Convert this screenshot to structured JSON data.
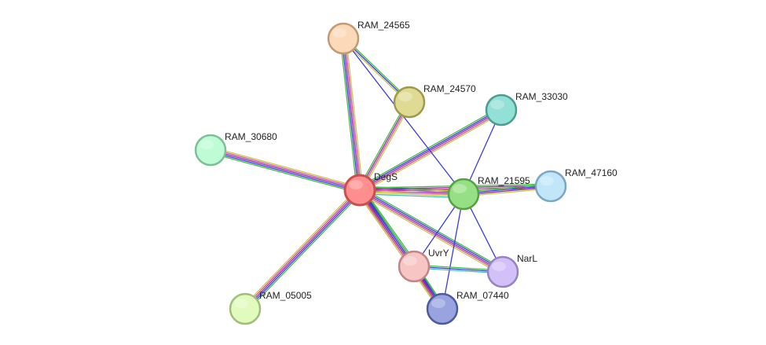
{
  "diagram": {
    "type": "protein-interaction-network",
    "nodes": [
      {
        "id": "DegS",
        "label": "DegS",
        "color": "#ff8e8e",
        "border": "#c94f4f",
        "highlight": true
      },
      {
        "id": "RAM_24565",
        "label": "RAM_24565",
        "color": "#fcd9b9",
        "border": "#c49a72"
      },
      {
        "id": "RAM_24570",
        "label": "RAM_24570",
        "color": "#dfdb93",
        "border": "#9e9a4d"
      },
      {
        "id": "RAM_33030",
        "label": "RAM_33030",
        "color": "#92e0d6",
        "border": "#4c9c91"
      },
      {
        "id": "RAM_30680",
        "label": "RAM_30680",
        "color": "#bdfcd5",
        "border": "#7fbf98"
      },
      {
        "id": "RAM_21595",
        "label": "RAM_21595",
        "color": "#96df84",
        "border": "#55a243"
      },
      {
        "id": "RAM_47160",
        "label": "RAM_47160",
        "color": "#c1e6fa",
        "border": "#7ba7c2"
      },
      {
        "id": "UvrY",
        "label": "UvrY",
        "color": "#f8c5c5",
        "border": "#c28585"
      },
      {
        "id": "NarL",
        "label": "NarL",
        "color": "#d3c0f8",
        "border": "#9783bf"
      },
      {
        "id": "RAM_05005",
        "label": "RAM_05005",
        "color": "#e0fbbd",
        "border": "#a0be79"
      },
      {
        "id": "RAM_07440",
        "label": "RAM_07440",
        "color": "#98a3e0",
        "border": "#4d5a9e"
      }
    ],
    "edge_colors": {
      "green": "#3fbf3f",
      "blue": "#3a3ae0",
      "purple": "#8a2b9c",
      "pink": "#cf4f9e",
      "olive": "#c7c74a",
      "cyan": "#3fbfbf",
      "navy": "#222299"
    },
    "edges": [
      {
        "source": "DegS",
        "target": "RAM_24565",
        "types": [
          "green",
          "blue",
          "purple",
          "pink",
          "olive"
        ]
      },
      {
        "source": "DegS",
        "target": "RAM_24570",
        "types": [
          "green",
          "purple",
          "pink",
          "olive"
        ]
      },
      {
        "source": "DegS",
        "target": "RAM_33030",
        "types": [
          "green",
          "blue",
          "purple",
          "pink",
          "olive"
        ]
      },
      {
        "source": "DegS",
        "target": "RAM_30680",
        "types": [
          "green",
          "blue",
          "purple",
          "pink",
          "olive"
        ]
      },
      {
        "source": "DegS",
        "target": "RAM_21595",
        "types": [
          "green",
          "blue",
          "purple",
          "pink",
          "olive",
          "cyan"
        ]
      },
      {
        "source": "DegS",
        "target": "RAM_47160",
        "types": [
          "green",
          "purple",
          "pink",
          "olive"
        ]
      },
      {
        "source": "DegS",
        "target": "UvrY",
        "types": [
          "green",
          "navy",
          "blue",
          "purple",
          "pink",
          "olive"
        ]
      },
      {
        "source": "DegS",
        "target": "NarL",
        "types": [
          "green",
          "blue",
          "purple",
          "pink",
          "olive"
        ]
      },
      {
        "source": "DegS",
        "target": "RAM_05005",
        "types": [
          "green",
          "blue",
          "purple",
          "pink",
          "olive"
        ]
      },
      {
        "source": "DegS",
        "target": "RAM_07440",
        "types": [
          "green",
          "blue",
          "purple",
          "pink",
          "olive"
        ]
      },
      {
        "source": "RAM_24565",
        "target": "RAM_24570",
        "types": [
          "green",
          "blue",
          "olive"
        ]
      },
      {
        "source": "RAM_24565",
        "target": "RAM_21595",
        "types": [
          "blue"
        ]
      },
      {
        "source": "RAM_21595",
        "target": "RAM_33030",
        "types": [
          "blue"
        ]
      },
      {
        "source": "RAM_21595",
        "target": "RAM_47160",
        "types": [
          "green",
          "blue",
          "purple",
          "olive"
        ]
      },
      {
        "source": "RAM_21595",
        "target": "UvrY",
        "types": [
          "blue"
        ]
      },
      {
        "source": "RAM_21595",
        "target": "NarL",
        "types": [
          "blue"
        ]
      },
      {
        "source": "RAM_21595",
        "target": "RAM_07440",
        "types": [
          "blue"
        ]
      },
      {
        "source": "UvrY",
        "target": "NarL",
        "types": [
          "green",
          "blue",
          "cyan"
        ]
      },
      {
        "source": "UvrY",
        "target": "RAM_07440",
        "types": [
          "green",
          "blue",
          "purple",
          "pink",
          "olive"
        ]
      }
    ]
  }
}
